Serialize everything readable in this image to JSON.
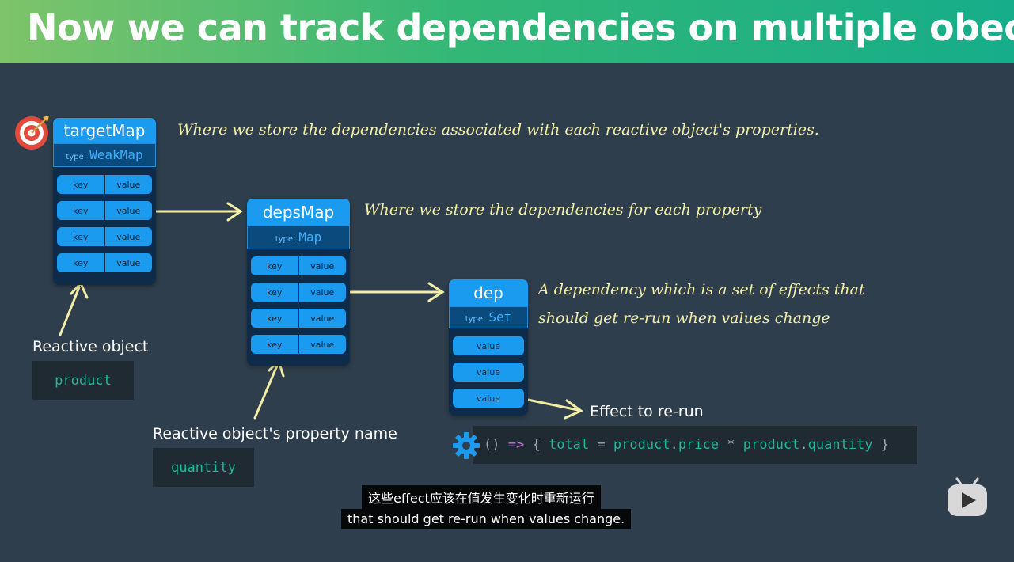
{
  "header": {
    "title": "Now we can track dependencies on multiple obects"
  },
  "targetMap": {
    "title": "targetMap",
    "type_label": "type:",
    "type_value": "WeakMap",
    "rows": [
      {
        "key": "key",
        "value": "value"
      },
      {
        "key": "key",
        "value": "value"
      },
      {
        "key": "key",
        "value": "value"
      },
      {
        "key": "key",
        "value": "value"
      }
    ],
    "note": "Where we store the dependencies associated with each reactive object's properties."
  },
  "depsMap": {
    "title": "depsMap",
    "type_label": "type:",
    "type_value": "Map",
    "rows": [
      {
        "key": "key",
        "value": "value"
      },
      {
        "key": "key",
        "value": "value"
      },
      {
        "key": "key",
        "value": "value"
      },
      {
        "key": "key",
        "value": "value"
      }
    ],
    "note": "Where we store the dependencies for each property"
  },
  "dep": {
    "title": "dep",
    "type_label": "type:",
    "type_value": "Set",
    "rows": [
      {
        "value": "value"
      },
      {
        "value": "value"
      },
      {
        "value": "value"
      }
    ],
    "note_line1": "A dependency which is a set of effects that",
    "note_line2": "should get re-run when values change"
  },
  "reactive_object": {
    "label": "Reactive object",
    "code": "product"
  },
  "property_name": {
    "label": "Reactive object's property name",
    "code": "quantity"
  },
  "effect": {
    "label": "Effect to re-run",
    "code_paren": "()",
    "code_arrow": "=>",
    "code_open": "{",
    "code_total": "total",
    "code_eq": "=",
    "code_obj1": "product",
    "code_dot1": ".",
    "code_prop1": "price",
    "code_mul": "*",
    "code_obj2": "product",
    "code_dot2": ".",
    "code_prop2": "quantity",
    "code_close": "}"
  },
  "subtitles": {
    "line_zh": "这些effect应该在值发生变化时重新运行",
    "line_en": "that should get re-run when values change."
  },
  "colors": {
    "header_start": "#7ec46a",
    "header_end": "#16ad8a",
    "node_blue": "#1a9bf0",
    "background": "#2f3e4c",
    "note_yellow": "#f4efa6",
    "code_green": "#1fb89a"
  },
  "icons": [
    "target-icon",
    "gear-icon",
    "play-icon"
  ]
}
